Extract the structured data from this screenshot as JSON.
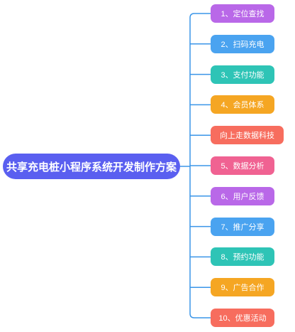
{
  "central_topic": {
    "label": "共享充电桩小程序系统开发制作方案",
    "color": "#5a5ff0"
  },
  "connector_color": "#3a95e8",
  "branches": [
    {
      "label": "1、定位查找",
      "color": "#b968e8"
    },
    {
      "label": "2、扫码充电",
      "color": "#4aa3f0"
    },
    {
      "label": "3、支付功能",
      "color": "#2ec4b6"
    },
    {
      "label": "4、会员体系",
      "color": "#f5a623"
    },
    {
      "label": "向上走数据科技",
      "color": "#f76d5e"
    },
    {
      "label": "5、数据分析",
      "color": "#f06292"
    },
    {
      "label": "6、用户反馈",
      "color": "#b968e8"
    },
    {
      "label": "7、推广分享",
      "color": "#4aa3f0"
    },
    {
      "label": "8、预约功能",
      "color": "#2ec4b6"
    },
    {
      "label": "9、广告合作",
      "color": "#f5a623"
    },
    {
      "label": "10、优惠活动",
      "color": "#f76d5e"
    }
  ]
}
